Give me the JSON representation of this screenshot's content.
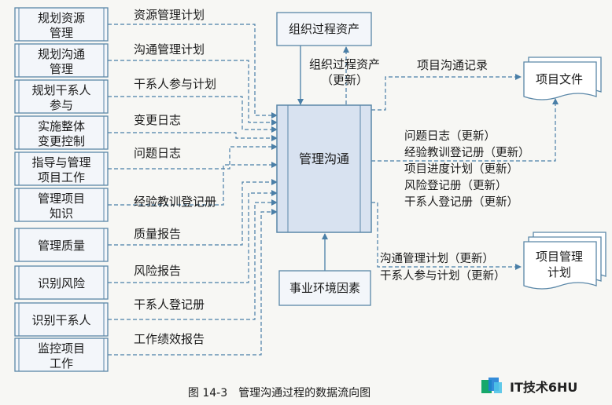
{
  "inputs": [
    {
      "label": [
        "规划资源",
        "管理"
      ],
      "flow": "资源管理计划"
    },
    {
      "label": [
        "规划沟通",
        "管理"
      ],
      "flow": "沟通管理计划"
    },
    {
      "label": [
        "规划干系人",
        "参与"
      ],
      "flow": "干系人参与计划"
    },
    {
      "label": [
        "实施整体",
        "变更控制"
      ],
      "flow": "变更日志"
    },
    {
      "label": [
        "指导与管理",
        "项目工作"
      ],
      "flow": "问题日志"
    },
    {
      "label": [
        "管理项目",
        "知识"
      ],
      "flow": "经验教训登记册"
    },
    {
      "label": [
        "管理质量"
      ],
      "flow": "质量报告"
    },
    {
      "label": [
        "识别风险"
      ],
      "flow": "风险报告"
    },
    {
      "label": [
        "识别干系人"
      ],
      "flow": "干系人登记册"
    },
    {
      "label": [
        "监控项目",
        "工作"
      ],
      "flow": "工作绩效报告"
    }
  ],
  "center": {
    "label": "管理沟通"
  },
  "top_box": {
    "label": "组织过程资产"
  },
  "top_return": [
    "组织过程资产",
    "（更新）"
  ],
  "bottom_box": {
    "label": "事业环境因素"
  },
  "doc_project_files": {
    "label": "项目文件"
  },
  "doc_pm_plan": {
    "label": [
      "项目管理",
      "计划"
    ]
  },
  "out_records": "项目沟通记录",
  "out_documents": [
    "问题日志（更新）",
    "经验教训登记册（更新）",
    "项目进度计划（更新）",
    "风险登记册（更新）",
    "干系人登记册（更新）"
  ],
  "out_plans": [
    "沟通管理计划（更新）",
    "干系人参与计划（更新）"
  ],
  "caption": "图 14-3　管理沟通过程的数据流向图",
  "watermark": "IT技术6HU",
  "colors": {
    "box_fill": "#f3f6fa",
    "box_stroke": "#5a87a8",
    "center_fill": "#d8e2f0",
    "arrow": "#4a7fa7"
  }
}
